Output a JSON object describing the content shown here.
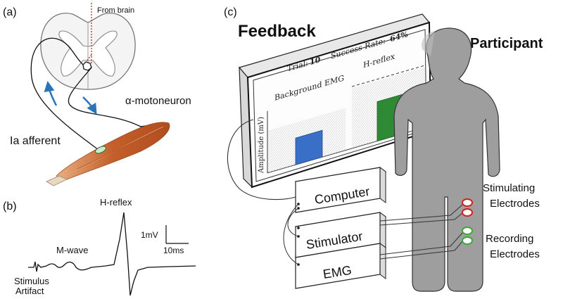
{
  "panels": {
    "a": {
      "label": "(a)",
      "from_brain": "From brain",
      "motoneuron": "α-motoneuron",
      "afferent": "Ia afferent"
    },
    "b": {
      "label": "(b)",
      "h_reflex": "H-reflex",
      "m_wave": "M-wave",
      "stimulus": "Stimulus",
      "artifact": "Artifact",
      "scale_amp": "1mV",
      "scale_time": "10ms"
    },
    "c": {
      "label": "(c)",
      "feedback": "Feedback",
      "participant": "Participant",
      "screen": {
        "trial_label": "Trial:",
        "trial_value": "10",
        "success_label": "Success Rate:",
        "success_value": "64%",
        "h_reflex": "H-reflex",
        "background_emg": "Background EMG",
        "y_axis": "Amplitude (mV)"
      },
      "devices": {
        "computer": "Computer",
        "stimulator": "Stimulator",
        "emg": "EMG"
      },
      "electrodes": {
        "stimulating_1": "Stimulating",
        "stimulating_2": "Electrodes",
        "recording_1": "Recording",
        "recording_2": "Electrodes"
      }
    }
  },
  "colors": {
    "muscle": "#c86a35",
    "bar_blue": "#3a6fc8",
    "bar_green": "#2e8a35",
    "body_gray": "#9e9e9e",
    "electrode_red": "#d42020",
    "electrode_green": "#3aa83a",
    "arrow_blue": "#2a74b8",
    "dashed_red": "#d42020"
  }
}
